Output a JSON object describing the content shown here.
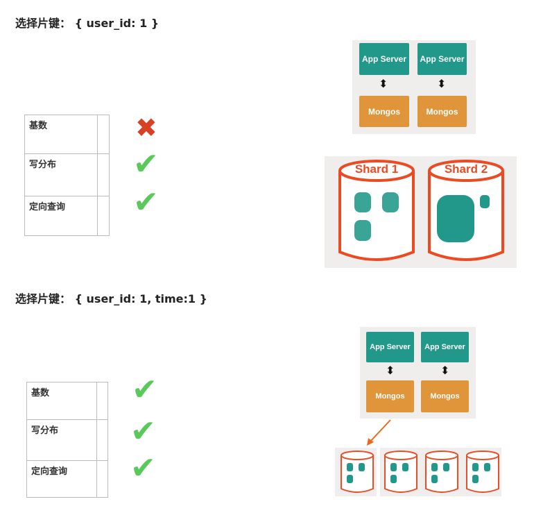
{
  "section1": {
    "heading": "选择片键： { user_id: 1 }",
    "rows": [
      {
        "label": "基数",
        "result": "cross"
      },
      {
        "label": "写分布",
        "result": "check"
      },
      {
        "label": "定向查询",
        "result": "check"
      }
    ],
    "diagram": {
      "app_servers": [
        "App Server",
        "App Server"
      ],
      "mongos": [
        "Mongos",
        "Mongos"
      ],
      "shards": [
        "Shard 1",
        "Shard 2"
      ]
    }
  },
  "section2": {
    "heading": "选择片键： { user_id: 1, time:1 }",
    "rows": [
      {
        "label": "基数",
        "result": "check"
      },
      {
        "label": "写分布",
        "result": "check"
      },
      {
        "label": "定向查询",
        "result": "check"
      }
    ],
    "diagram": {
      "app_servers": [
        "App Server",
        "App Server"
      ],
      "mongos": [
        "Mongos",
        "Mongos"
      ]
    }
  },
  "colors": {
    "teal": "#21988a",
    "orange": "#e0953a",
    "shard_red": "#ec4a22",
    "check_green": "#5ac95a",
    "cross_red": "#d94124"
  }
}
